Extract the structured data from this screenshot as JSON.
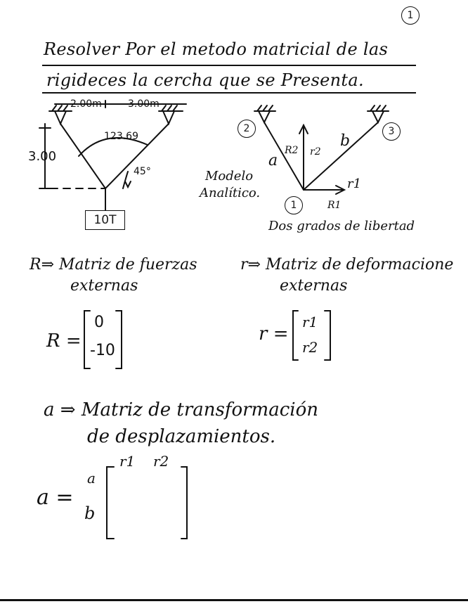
{
  "page": {
    "number": "1"
  },
  "title": {
    "line1": "Resolver Por el metodo matricial de las",
    "line2": "rigideces la cercha que se Presenta."
  },
  "truss_sketch": {
    "dim_left": "2.00m",
    "dim_right": "3.00m",
    "dim_height": "3.00",
    "angle_value": "123.69",
    "angle_45": "45°",
    "load": "10T"
  },
  "analytic_model": {
    "node_2": "2",
    "node_3": "3",
    "node_1": "1",
    "bar_a": "a",
    "bar_b": "b",
    "R2": "R2",
    "r2": "r2",
    "r1": "r1",
    "R1": "R1",
    "label_line1": "Modelo",
    "label_line2": "Analítico.",
    "dof_caption": "Dos grados de libertad"
  },
  "definitions": {
    "R_def_line1": "R⇒ Matriz de fuerzas",
    "R_def_line2": "externas",
    "r_def_line1": "r⇒ Matriz de deformacione",
    "r_def_line2": "externas"
  },
  "R_matrix": {
    "symbol": "R =",
    "entries": [
      "0",
      "-10"
    ]
  },
  "r_matrix": {
    "symbol": "r =",
    "entries": [
      "r1",
      "r2"
    ]
  },
  "a_definition": {
    "line1": "a ⇒ Matriz de transformación",
    "line2": "de desplazamientos."
  },
  "a_matrix": {
    "symbol": "a =",
    "col_labels": [
      "r1",
      "r2"
    ],
    "row_labels": [
      "a",
      "b"
    ]
  }
}
